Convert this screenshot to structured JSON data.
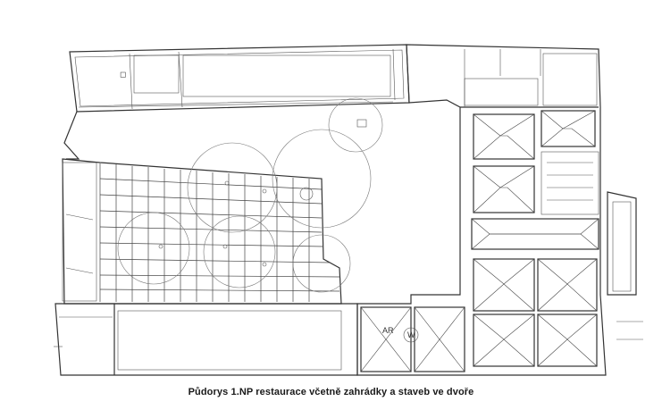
{
  "caption": "Půdorys 1.NP restaurace včetně zahrádky a staveb ve dvoře",
  "annotations": {
    "stair_left": "AR",
    "stair_right": "W"
  },
  "colors": {
    "line": "#333333",
    "background": "#ffffff"
  }
}
